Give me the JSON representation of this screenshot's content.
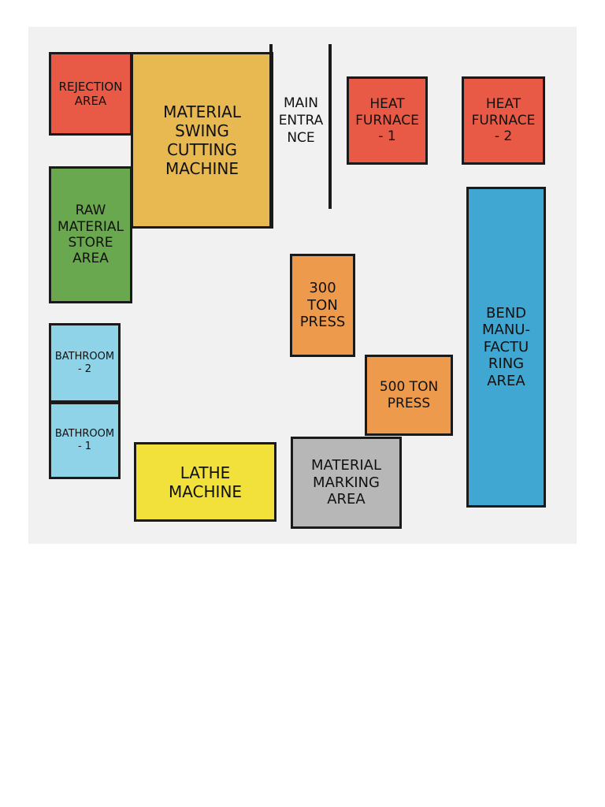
{
  "zones": {
    "rejection_area": {
      "label": "REJECTION\nAREA",
      "color": "#e85a45"
    },
    "material_swing_cutting_machine": {
      "label": "MATERIAL\nSWING\nCUTTING\nMACHINE",
      "color": "#e8b851"
    },
    "raw_material_store_area": {
      "label": "RAW\nMATERIAL\nSTORE\nAREA",
      "color": "#6aa84f"
    },
    "bathroom_2": {
      "label": "BATHROOM\n- 2",
      "color": "#8fd3e8"
    },
    "bathroom_1": {
      "label": "BATHROOM\n- 1",
      "color": "#8fd3e8"
    },
    "lathe_machine": {
      "label": "LATHE\nMACHINE",
      "color": "#f2e13a"
    },
    "material_marking_area": {
      "label": "MATERIAL\nMARKING\nAREA",
      "color": "#b7b7b7"
    },
    "heat_furnace_1": {
      "label": "HEAT\nFURNACE\n- 1",
      "color": "#e85a45"
    },
    "heat_furnace_2": {
      "label": "HEAT\nFURNACE\n- 2",
      "color": "#e85a45"
    },
    "press_300_ton": {
      "label": "300\nTON\nPRESS",
      "color": "#ee9a4d"
    },
    "press_500_ton": {
      "label": "500 TON\nPRESS",
      "color": "#ee9a4d"
    },
    "bend_manufacturing_area": {
      "label": "BEND\nMANU-\nFACTU\nRING\nAREA",
      "color": "#3fa7d1"
    }
  },
  "main_entrance": {
    "label": "MAIN\nENTRA\nNCE"
  }
}
